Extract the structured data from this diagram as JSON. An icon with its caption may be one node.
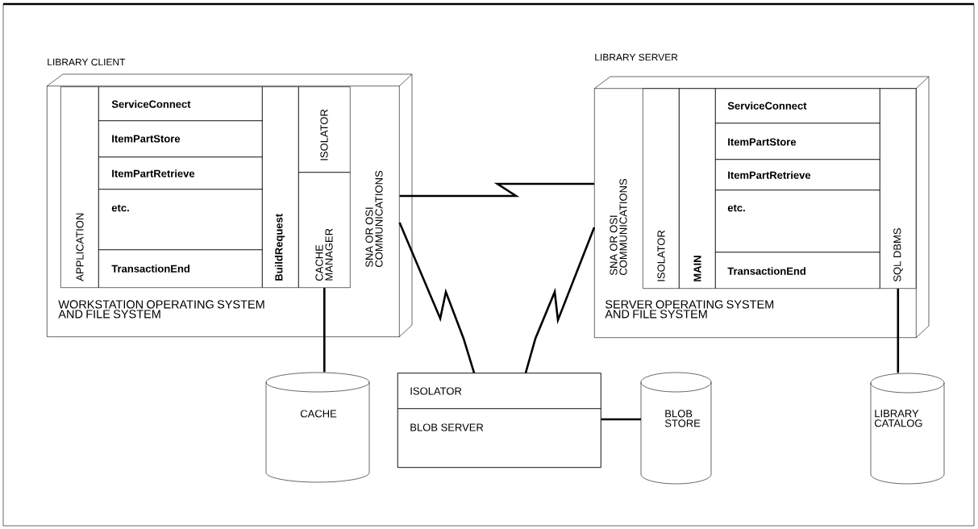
{
  "diagram": {
    "nodes": [
      {
        "text": [
          "LIBRARY CLIENT",
          "WORKSTATION OPERATING SYSTEM AND FILE SYSTEM"
        ]
      },
      {
        "text": [
          "APPLICATION"
        ],
        "in": 0
      },
      {
        "text": [
          "ServiceConnect"
        ],
        "in": 0
      },
      {
        "text": [
          "ItemPartStore"
        ],
        "in": 0
      },
      {
        "text": [
          "ItemPartRetrieve"
        ],
        "in": 0
      },
      {
        "text": [
          "etc."
        ],
        "in": 0
      },
      {
        "text": [
          "TransactionEnd"
        ],
        "in": 0
      },
      {
        "text": [
          "BuildRequest"
        ],
        "in": 0
      },
      {
        "text": [
          "ISOLATOR"
        ],
        "in": 0
      },
      {
        "text": [
          "CACHE MANAGER"
        ],
        "in": 0
      },
      {
        "text": [
          "SNA OR OSI COMMUNICATIONS"
        ],
        "in": 0
      },
      {
        "text": [
          "LIBRARY SERVER",
          "SERVER OPERATING SYSTEM AND FILE SYSTEM"
        ]
      },
      {
        "text": [
          "SNA OR OSI COMMUNICATIONS"
        ],
        "in": 11
      },
      {
        "text": [
          "ISOLATOR"
        ],
        "in": 11
      },
      {
        "text": [
          "MAIN"
        ],
        "in": 11
      },
      {
        "text": [
          "ServiceConnect"
        ],
        "in": 11
      },
      {
        "text": [
          "ItemPartStore"
        ],
        "in": 11
      },
      {
        "text": [
          "ItemPartRetrieve"
        ],
        "in": 11
      },
      {
        "text": [
          "etc."
        ],
        "in": 11
      },
      {
        "text": [
          "TransactionEnd"
        ],
        "in": 11
      },
      {
        "text": [
          "SQL DBMS"
        ],
        "in": 11
      },
      {
        "text": [
          "CACHE"
        ]
      },
      {
        "text": [],
        "shape": "box"
      },
      {
        "text": [
          "ISOLATOR"
        ],
        "in": 22
      },
      {
        "text": [
          "BLOB SERVER"
        ],
        "in": 22
      },
      {
        "text": [
          "BLOB STORE"
        ]
      },
      {
        "text": [
          "LIBRARY CATALOG"
        ]
      }
    ],
    "edges": [
      {
        "from": 9,
        "to": 21,
        "arrow": "none"
      },
      {
        "from": 10,
        "to": 12,
        "arrow": "none"
      },
      {
        "from": 10,
        "to": 23,
        "arrow": "none"
      },
      {
        "from": 12,
        "to": 23,
        "arrow": "none"
      },
      {
        "from": 24,
        "to": 25,
        "arrow": "none"
      },
      {
        "from": 20,
        "to": 26,
        "arrow": "none"
      }
    ]
  }
}
